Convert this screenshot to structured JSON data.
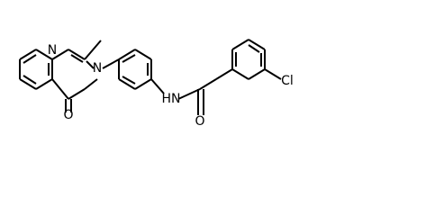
{
  "molecule": {
    "atoms": {
      "n1": "N",
      "n3": "N",
      "o4": "O",
      "nh": "HN",
      "o_amide": "O",
      "cl": "Cl"
    }
  }
}
